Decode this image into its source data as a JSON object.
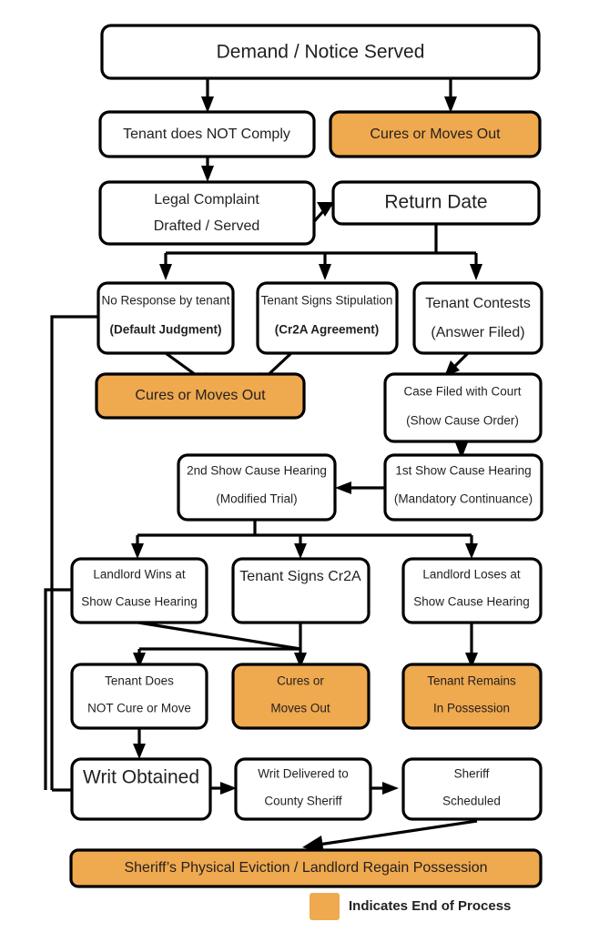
{
  "diagram": {
    "title": "Landlord Tenant Eviction Process Flowchart",
    "accent_color": "#EFA94E",
    "stroke_color": "#000000",
    "background_color": "#FFFFFF",
    "text_color": "#231F20"
  },
  "nodes": {
    "demand": {
      "line1": "Demand / Notice Served"
    },
    "not_comply": {
      "line1": "Tenant does NOT Comply"
    },
    "cures_top": {
      "line1": "Cures or Moves Out"
    },
    "legal_complaint": {
      "line1": "Legal Complaint",
      "line2": "Drafted / Served"
    },
    "return_date": {
      "line1": "Return Date"
    },
    "no_response": {
      "line1": "No Response by tenant",
      "line2": "(Default Judgment)"
    },
    "stipulation": {
      "line1": "Tenant Signs Stipulation",
      "line2": "(Cr2A Agreement)"
    },
    "contests": {
      "line1": "Tenant Contests",
      "line2": "(Answer Filed)"
    },
    "cures_mid": {
      "line1": "Cures or Moves Out"
    },
    "case_filed": {
      "line1": "Case Filed with Court",
      "line2": "(Show Cause Order)"
    },
    "hearing_2nd": {
      "line1": "2nd Show Cause Hearing",
      "line2": "(Modified Trial)"
    },
    "hearing_1st": {
      "line1": "1st Show Cause Hearing",
      "line2": "(Mandatory Continuance)"
    },
    "landlord_wins": {
      "line1": "Landlord Wins at",
      "line2": "Show Cause Hearing"
    },
    "tenant_signs_cr2a": {
      "line1": "Tenant Signs Cr2A"
    },
    "landlord_loses": {
      "line1": "Landlord Loses at",
      "line2": "Show Cause Hearing"
    },
    "tenant_not_cure": {
      "line1": "Tenant Does",
      "line2": "NOT Cure or Move"
    },
    "cures_bottom": {
      "line1": "Cures or",
      "line2": "Moves Out"
    },
    "tenant_remains": {
      "line1": "Tenant Remains",
      "line2": "In Possession"
    },
    "writ_obtained": {
      "line1": "Writ Obtained"
    },
    "writ_delivered": {
      "line1": "Writ Delivered to",
      "line2": "County Sheriff"
    },
    "sheriff_scheduled": {
      "line1": "Sheriff",
      "line2": "Scheduled"
    },
    "physical_eviction": {
      "line1": "Sheriff’s Physical Eviction / Landlord Regain Possession"
    }
  },
  "legend": {
    "label": "Indicates End of Process",
    "swatch_color": "#EFA94E"
  },
  "chart_data": {
    "type": "flowchart",
    "title": "Landlord Tenant Eviction Process Flowchart",
    "end_state_color": "#EFA94E",
    "steps": [
      {
        "id": "demand",
        "text": "Demand / Notice Served",
        "end": false
      },
      {
        "id": "not_comply",
        "text": "Tenant does NOT Comply",
        "end": false
      },
      {
        "id": "cures_top",
        "text": "Cures or Moves Out",
        "end": true
      },
      {
        "id": "legal_complaint",
        "text": "Legal Complaint Drafted / Served",
        "end": false
      },
      {
        "id": "return_date",
        "text": "Return Date",
        "end": false
      },
      {
        "id": "no_response",
        "text": "No Response by tenant (Default Judgment)",
        "end": false
      },
      {
        "id": "stipulation",
        "text": "Tenant Signs Stipulation (Cr2A Agreement)",
        "end": false
      },
      {
        "id": "contests",
        "text": "Tenant Contests (Answer Filed)",
        "end": false
      },
      {
        "id": "cures_mid",
        "text": "Cures or Moves Out",
        "end": true
      },
      {
        "id": "case_filed",
        "text": "Case Filed with Court (Show Cause Order)",
        "end": false
      },
      {
        "id": "hearing_1st",
        "text": "1st Show Cause Hearing (Mandatory Continuance)",
        "end": false
      },
      {
        "id": "hearing_2nd",
        "text": "2nd Show Cause Hearing (Modified Trial)",
        "end": false
      },
      {
        "id": "landlord_wins",
        "text": "Landlord Wins at Show Cause Hearing",
        "end": false
      },
      {
        "id": "tenant_signs_cr2a",
        "text": "Tenant Signs Cr2A",
        "end": false
      },
      {
        "id": "landlord_loses",
        "text": "Landlord Loses at Show Cause Hearing",
        "end": false
      },
      {
        "id": "tenant_not_cure",
        "text": "Tenant Does NOT Cure or Move",
        "end": false
      },
      {
        "id": "cures_bottom",
        "text": "Cures or Moves Out",
        "end": true
      },
      {
        "id": "tenant_remains",
        "text": "Tenant Remains In Possession",
        "end": true
      },
      {
        "id": "writ_obtained",
        "text": "Writ Obtained",
        "end": false
      },
      {
        "id": "writ_delivered",
        "text": "Writ Delivered to County Sheriff",
        "end": false
      },
      {
        "id": "sheriff_scheduled",
        "text": "Sheriff Scheduled",
        "end": false
      },
      {
        "id": "physical_eviction",
        "text": "Sheriff’s Physical Eviction / Landlord Regain Possession",
        "end": true
      }
    ],
    "edges": [
      {
        "from": "demand",
        "to": "not_comply"
      },
      {
        "from": "demand",
        "to": "cures_top"
      },
      {
        "from": "not_comply",
        "to": "legal_complaint"
      },
      {
        "from": "legal_complaint",
        "to": "return_date"
      },
      {
        "from": "return_date",
        "to": "no_response"
      },
      {
        "from": "return_date",
        "to": "stipulation"
      },
      {
        "from": "return_date",
        "to": "contests"
      },
      {
        "from": "no_response",
        "to": "cures_mid"
      },
      {
        "from": "stipulation",
        "to": "cures_mid"
      },
      {
        "from": "no_response",
        "to": "writ_obtained"
      },
      {
        "from": "contests",
        "to": "case_filed"
      },
      {
        "from": "case_filed",
        "to": "hearing_1st"
      },
      {
        "from": "hearing_1st",
        "to": "hearing_2nd"
      },
      {
        "from": "hearing_2nd",
        "to": "landlord_wins"
      },
      {
        "from": "hearing_2nd",
        "to": "tenant_signs_cr2a"
      },
      {
        "from": "hearing_2nd",
        "to": "landlord_loses"
      },
      {
        "from": "landlord_wins",
        "to": "tenant_not_cure"
      },
      {
        "from": "landlord_wins",
        "to": "writ_obtained"
      },
      {
        "from": "tenant_signs_cr2a",
        "to": "cures_bottom"
      },
      {
        "from": "landlord_loses",
        "to": "tenant_remains"
      },
      {
        "from": "tenant_not_cure",
        "to": "writ_obtained"
      },
      {
        "from": "writ_obtained",
        "to": "writ_delivered"
      },
      {
        "from": "writ_delivered",
        "to": "sheriff_scheduled"
      },
      {
        "from": "sheriff_scheduled",
        "to": "physical_eviction"
      }
    ]
  }
}
